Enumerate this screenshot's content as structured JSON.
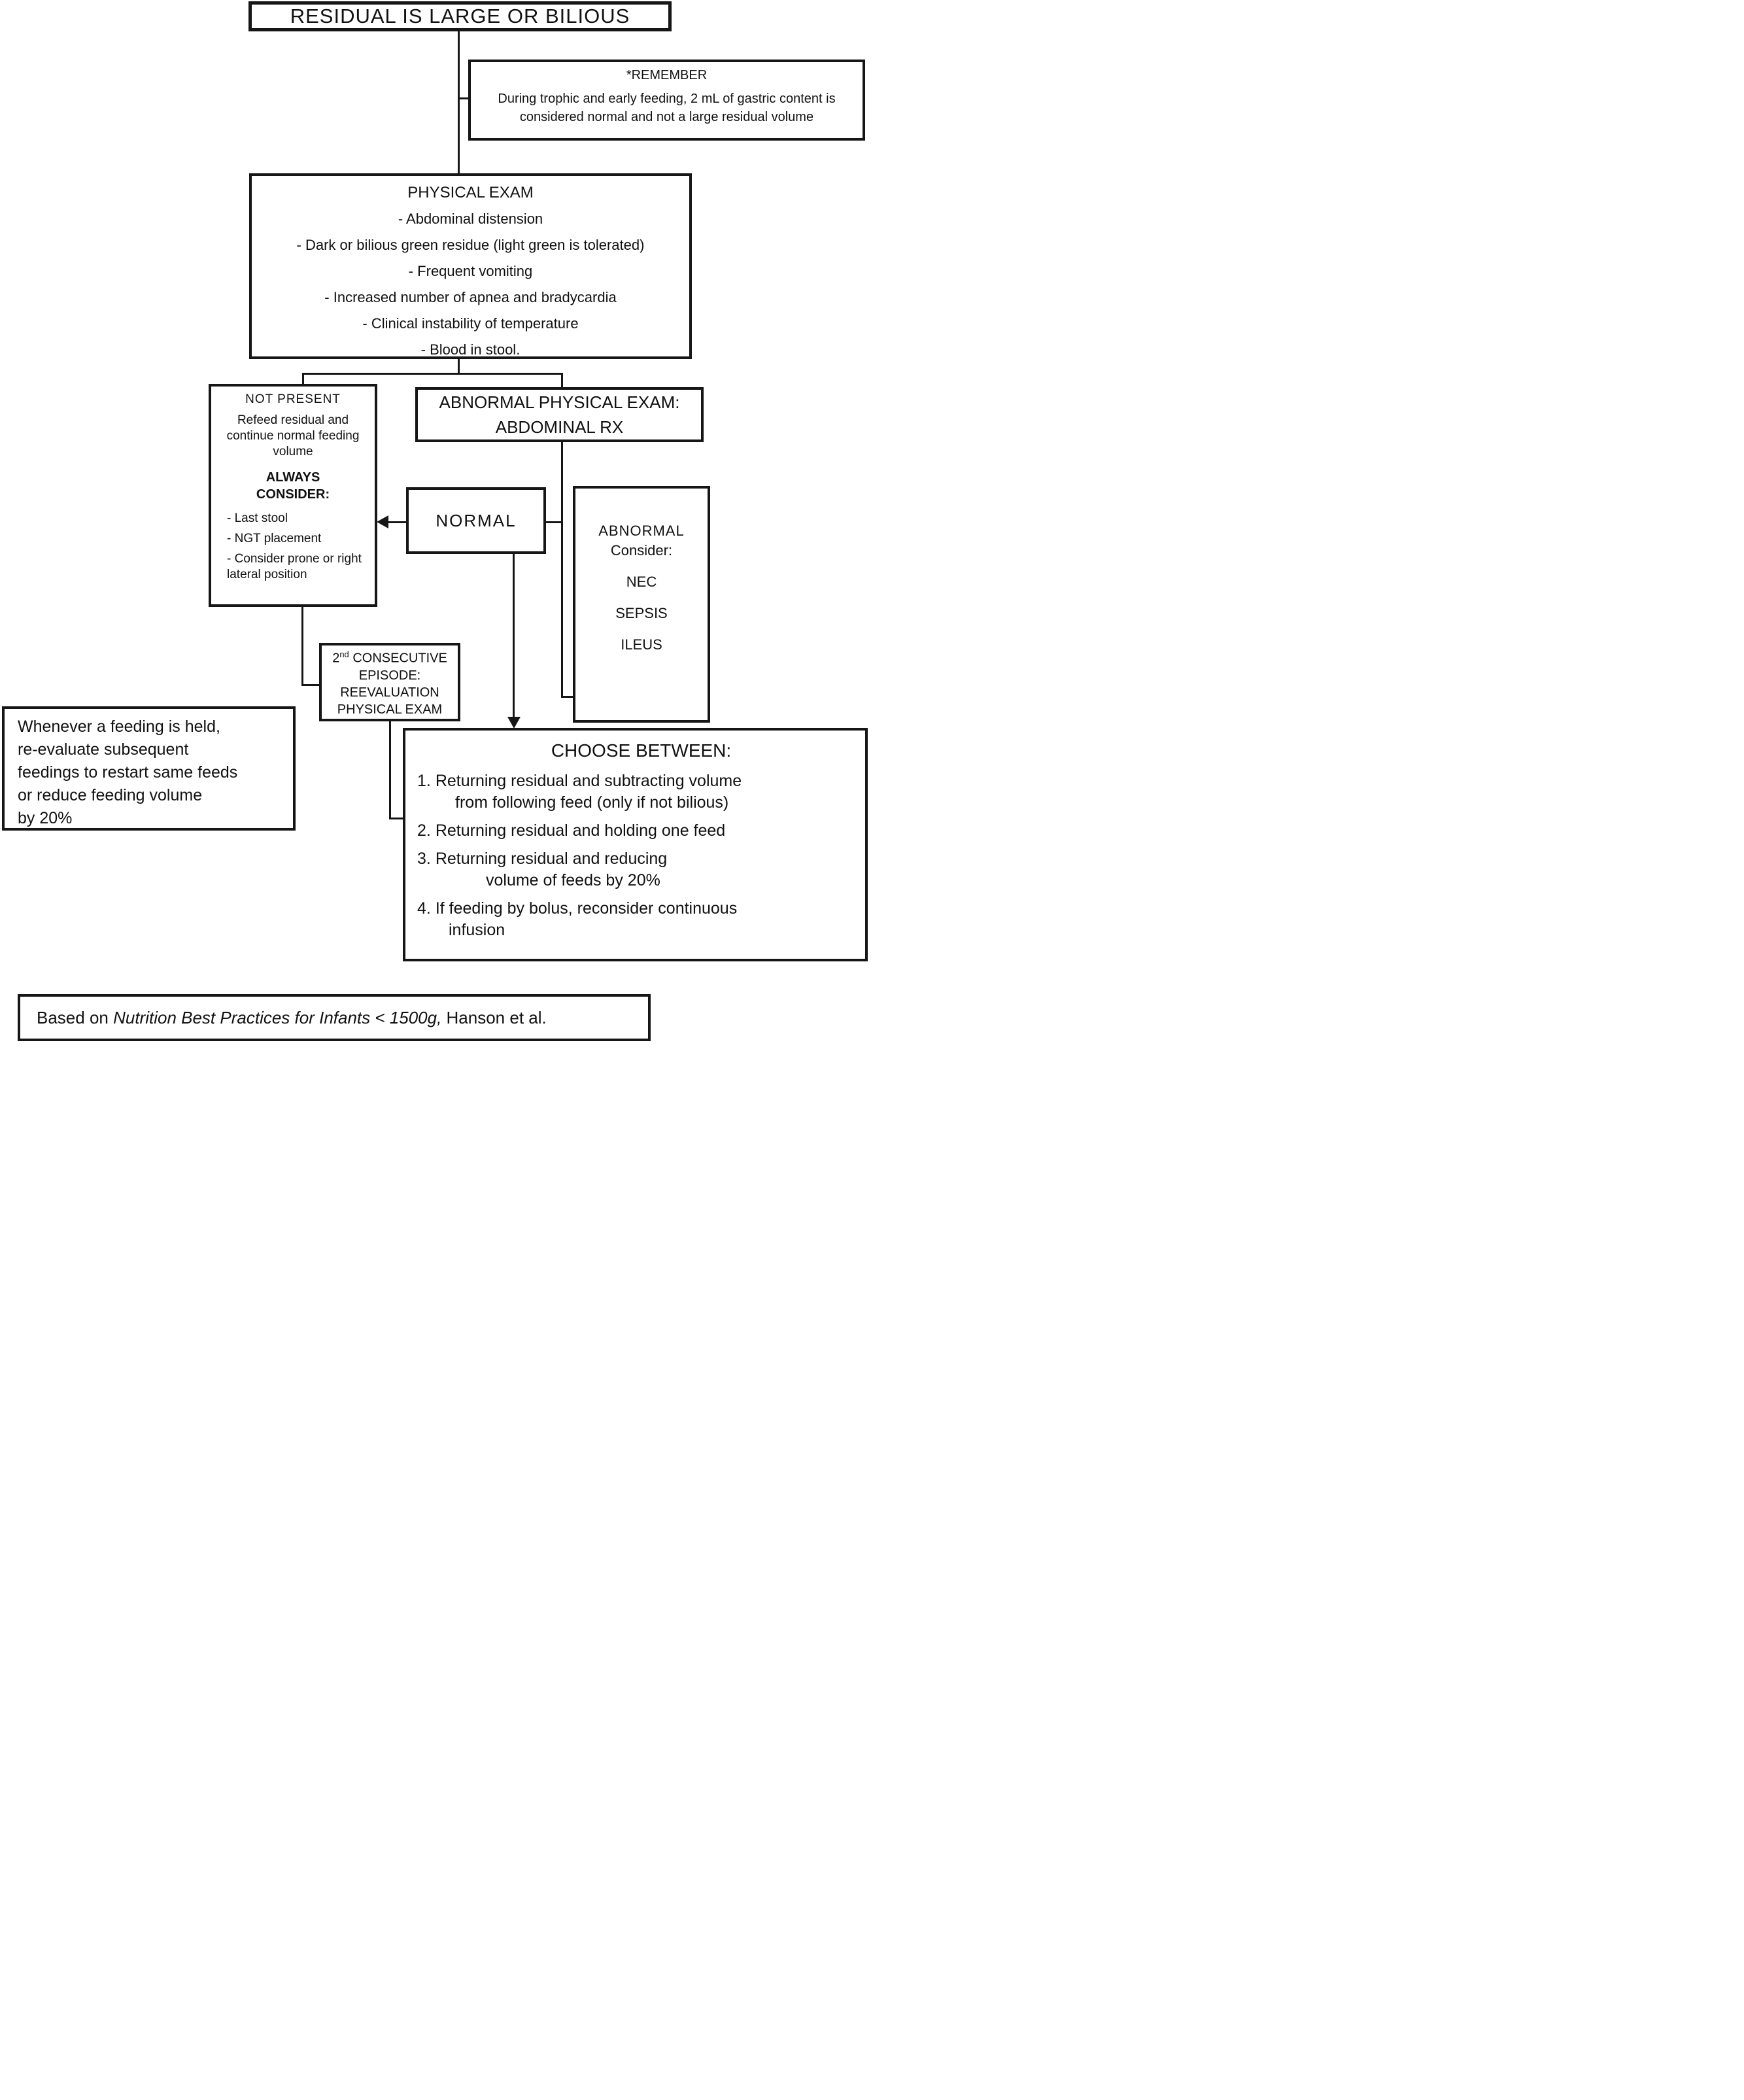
{
  "colors": {
    "ink": "#161616",
    "background": "#ffffff"
  },
  "title_box": {
    "label": "RESIDUAL IS LARGE OR BILIOUS"
  },
  "remember_box": {
    "title": "*REMEMBER",
    "body": "During trophic and early feeding, 2 mL of gastric content is considered normal and not a large residual volume"
  },
  "physical_exam_box": {
    "title": "PHYSICAL EXAM",
    "items": [
      "-  Abdominal distension",
      "- Dark or bilious green residue (light green is tolerated)",
      "-   Frequent vomiting",
      "-  Increased number of apnea and bradycardia",
      "-  Clinical instability of temperature",
      "-   Blood in stool."
    ]
  },
  "not_present_box": {
    "title": "NOT PRESENT",
    "body": "Refeed residual and continue normal feeding volume",
    "always_consider": "ALWAYS CONSIDER:",
    "items": [
      "-   Last stool",
      "-  NGT placement",
      "-  Consider prone or right lateral position"
    ]
  },
  "abnormal_exam_box": {
    "line1": "ABNORMAL PHYSICAL EXAM:",
    "line2": "ABDOMINAL RX"
  },
  "normal_box": {
    "label": "NORMAL"
  },
  "abnormal_box": {
    "title": "ABNORMAL",
    "subtitle": "Consider:",
    "items": [
      "NEC",
      "SEPSIS",
      "ILEUS"
    ]
  },
  "second_episode_box": {
    "num": "2",
    "num_sup": "nd",
    "line1_rest": " CONSECUTIVE",
    "line2": "EPISODE:",
    "line3": "REEVALUATION",
    "line4": "PHYSICAL EXAM"
  },
  "held_note_box": {
    "lines": [
      "Whenever a feeding is held,",
      "re-evaluate subsequent",
      "feedings to restart same feeds",
      "or reduce feeding volume",
      "by 20%"
    ]
  },
  "choose_box": {
    "title": "CHOOSE BETWEEN:",
    "items": [
      {
        "num": "1.",
        "line1": "Returning residual and subtracting volume",
        "line2": "from following feed (only if not bilious)"
      },
      {
        "num": "2.",
        "line1": "Returning residual and holding one feed",
        "line2": ""
      },
      {
        "num": "3.",
        "line1": "Returning residual and reducing",
        "line2": "volume of feeds by 20%"
      },
      {
        "num": "4.",
        "line1": "If feeding by bolus, reconsider continuous",
        "line2": "infusion"
      }
    ]
  },
  "attribution_box": {
    "prefix": "Based on ",
    "italic": "Nutrition Best Practices for Infants < 1500g,",
    "suffix": " Hanson et al."
  }
}
